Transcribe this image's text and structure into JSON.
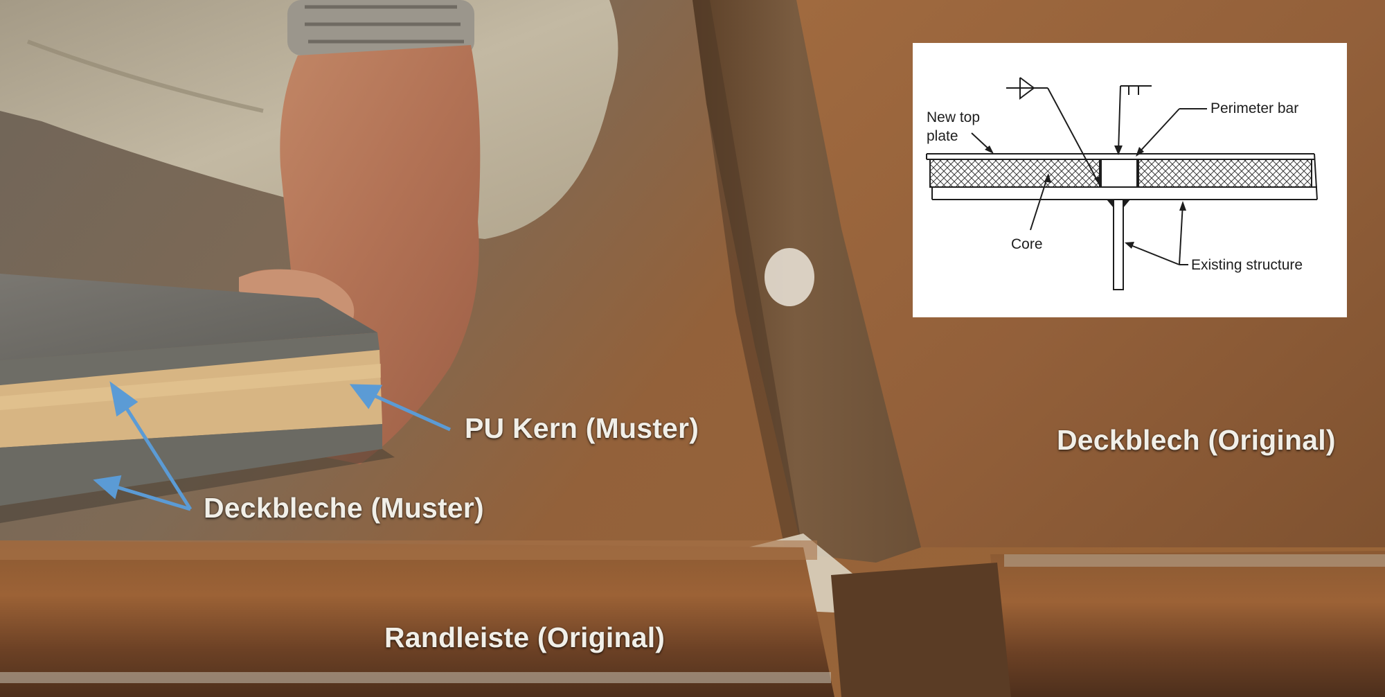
{
  "photo": {
    "labels": {
      "pu_core": "PU Kern (Muster)",
      "cover_sheets": "Deckbleche (Muster)",
      "cover_plate": "Deckblech (Original)",
      "edge_strip": "Randleiste (Original)"
    },
    "colors": {
      "arrow": "#5b9bd5",
      "label_text": "#f1efe8",
      "rust_floor": "#8a5a30",
      "core_foam": "#d7b583",
      "steel_sheet": "#6e6d66"
    }
  },
  "diagram": {
    "labels": {
      "new_top_plate_line1": "New top",
      "new_top_plate_line2": "plate",
      "perimeter_bar": "Perimeter bar",
      "core": "Core",
      "existing_structure": "Existing structure"
    }
  }
}
